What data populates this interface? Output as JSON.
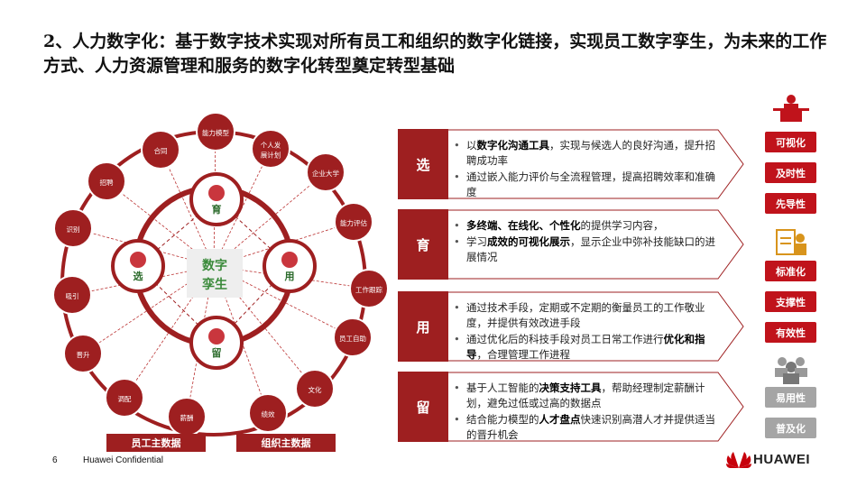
{
  "title": "2、人力数字化：基于数字技术实现对所有员工和组织的数字化链接，实现员工数字孪生，为未来的工作方式、人力资源管理和服务的数字化转型奠定转型基础",
  "center": {
    "label_line1": "数字",
    "label_line2": "孪生"
  },
  "core_nodes": [
    {
      "id": "yu",
      "label": "育"
    },
    {
      "id": "yong",
      "label": "用"
    },
    {
      "id": "liu",
      "label": "留"
    },
    {
      "id": "xuan",
      "label": "选"
    }
  ],
  "ring_nodes": [
    "能力模型",
    "个人发展计划",
    "企业大学",
    "能力评估",
    "工作跟踪",
    "员工自助",
    "文化",
    "绩效",
    "薪酬",
    "调配",
    "晋升",
    "吸引",
    "识别",
    "招聘",
    "合同"
  ],
  "bottom_bars": [
    "员工主数据",
    "组织主数据"
  ],
  "lanes": [
    {
      "tag": "选",
      "bullets": [
        [
          {
            "t": "以"
          },
          {
            "t": "数字化沟通工具",
            "b": true
          },
          {
            "t": "，实现与候选人的良好沟通，提升招聘成功率"
          }
        ],
        [
          {
            "t": "通过嵌入能力评价与全流程管理，提高招聘效率和准确度"
          }
        ]
      ]
    },
    {
      "tag": "育",
      "bullets": [
        [
          {
            "t": "多终端、在线化、个性化",
            "b": true
          },
          {
            "t": "的提供学习内容，"
          }
        ],
        [
          {
            "t": "学习"
          },
          {
            "t": "成效的可视化展示",
            "b": true
          },
          {
            "t": "，显示企业中弥补技能缺口的进展情况"
          }
        ]
      ]
    },
    {
      "tag": "用",
      "bullets": [
        [
          {
            "t": "通过技术手段，定期或不定期的衡量员工的工作敬业度，并提供有效改进手段"
          }
        ],
        [
          {
            "t": "通过优化后的科技手段对员工日常工作进行"
          },
          {
            "t": "优化和指导",
            "b": true
          },
          {
            "t": "，合理管理工作进程"
          }
        ]
      ]
    },
    {
      "tag": "留",
      "bullets": [
        [
          {
            "t": "基于人工智能的"
          },
          {
            "t": "决策支持工具",
            "b": true
          },
          {
            "t": "，帮助经理制定薪酬计划，避免过低或过高的数据点"
          }
        ],
        [
          {
            "t": "结合能力模型的"
          },
          {
            "t": "人才盘点",
            "b": true
          },
          {
            "t": "快速识别高潜人才并提供适当的晋升机会"
          }
        ]
      ]
    }
  ],
  "badges": [
    {
      "label": "可视化",
      "color": "#c0131b"
    },
    {
      "label": "及时性",
      "color": "#c0131b"
    },
    {
      "label": "先导性",
      "color": "#c0131b"
    },
    {
      "label": "标准化",
      "color": "#c0131b"
    },
    {
      "label": "支撑性",
      "color": "#c0131b"
    },
    {
      "label": "有效性",
      "color": "#c0131b"
    },
    {
      "label": "易用性",
      "color": "#a5a5a5"
    },
    {
      "label": "普及化",
      "color": "#a5a5a5"
    }
  ],
  "icon_names": [
    "presenter-icon",
    "clipboard-icon",
    "people-icon"
  ],
  "footer": {
    "page": "6",
    "confidential": "Huawei Confidential",
    "brand": "HUAWEI"
  },
  "colors": {
    "accent": "#9e1f20",
    "badge_red": "#c0131b",
    "badge_gray": "#a5a5a5"
  }
}
